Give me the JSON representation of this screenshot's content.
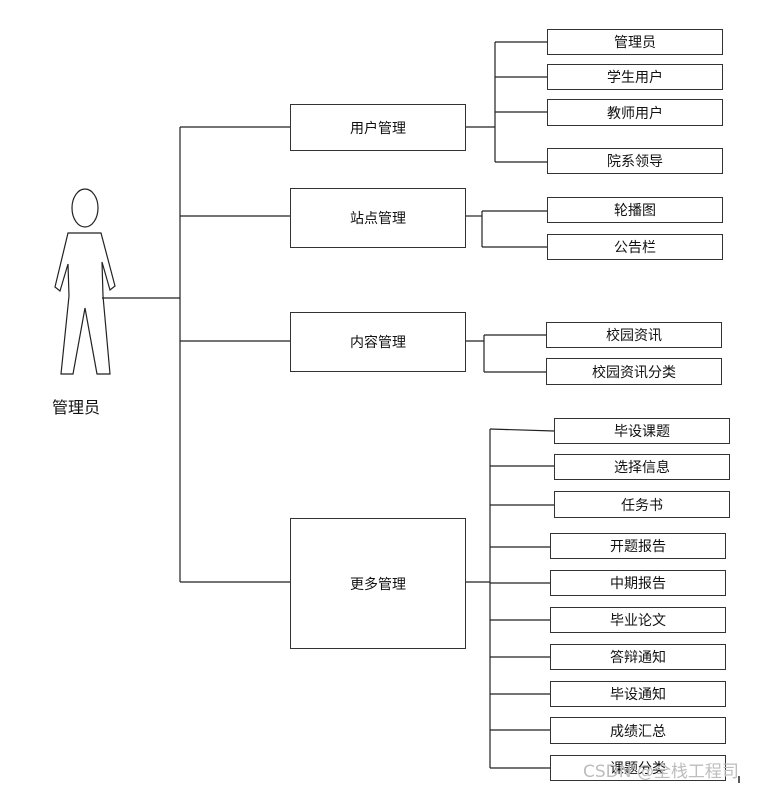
{
  "actor": {
    "label": "管理员"
  },
  "modules": [
    {
      "label": "用户管理",
      "children": [
        "管理员",
        "学生用户",
        "教师用户",
        "院系领导"
      ]
    },
    {
      "label": "站点管理",
      "children": [
        "轮播图",
        "公告栏"
      ]
    },
    {
      "label": "内容管理",
      "children": [
        "校园资讯",
        "校园资讯分类"
      ]
    },
    {
      "label": "更多管理",
      "children": [
        "毕设课题",
        "选择信息",
        "任务书",
        "开题报告",
        "中期报告",
        "毕业论文",
        "答辩通知",
        "毕设通知",
        "成绩汇总",
        "课题分类"
      ]
    }
  ],
  "watermark": "CSDN @全栈工程司",
  "colors": {
    "line": "#333333",
    "box_border": "#333333",
    "watermark": "#bdbdbd"
  }
}
